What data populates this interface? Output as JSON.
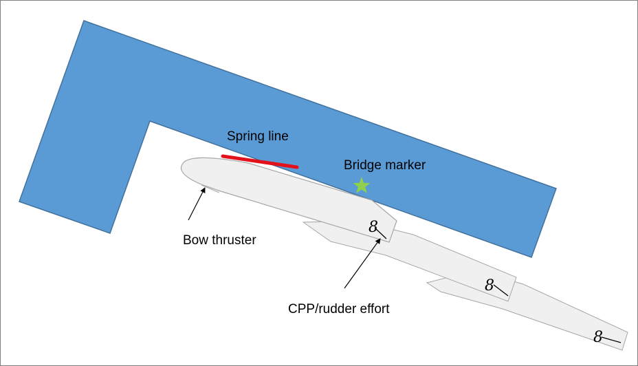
{
  "labels": {
    "spring_line": "Spring line",
    "bridge_marker": "Bridge marker",
    "bow_thruster": "Bow thruster",
    "cpp_rudder": "CPP/rudder effort"
  },
  "propeller_symbol": "8",
  "colors": {
    "quay": "#5b9bd5",
    "quay_outline": "#41719c",
    "hull": "#f0f0f0",
    "hull_outline": "#a6a6a6",
    "spring_line": "#e3111b",
    "bridge_marker": "#8fd14f"
  }
}
